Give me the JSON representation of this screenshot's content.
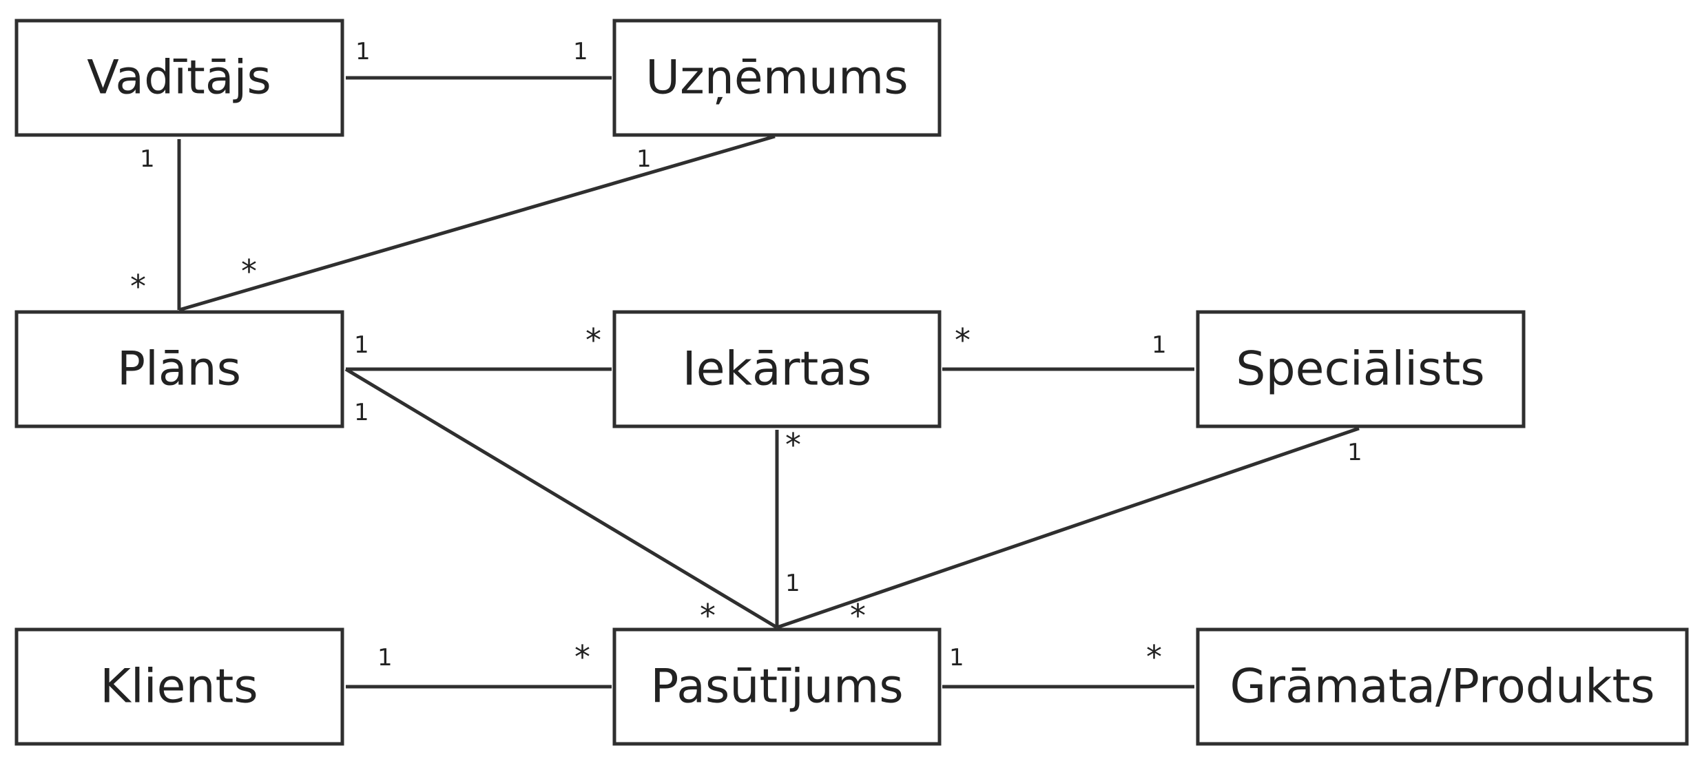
{
  "entities": [
    {
      "id": "vaditajs",
      "label": "Vadītājs"
    },
    {
      "id": "uznemums",
      "label": "Uzņēmums"
    },
    {
      "id": "plans",
      "label": "Plāns"
    },
    {
      "id": "iekartas",
      "label": "Iekārtas"
    },
    {
      "id": "specialists",
      "label": "Speciālists"
    },
    {
      "id": "klients",
      "label": "Klients"
    },
    {
      "id": "pasutijums",
      "label": "Pasūtījums"
    },
    {
      "id": "gramata",
      "label": "Grāmata/Produkts"
    }
  ],
  "associations": [
    {
      "from": "vaditajs",
      "to": "uznemums",
      "from_mult": "1",
      "to_mult": "1"
    },
    {
      "from": "vaditajs",
      "to": "plans",
      "from_mult": "1",
      "to_mult": "*"
    },
    {
      "from": "uznemums",
      "to": "plans",
      "from_mult": "1",
      "to_mult": "*"
    },
    {
      "from": "plans",
      "to": "iekartas",
      "from_mult": "1",
      "to_mult": "*"
    },
    {
      "from": "iekartas",
      "to": "specialists",
      "from_mult": "*",
      "to_mult": "1"
    },
    {
      "from": "plans",
      "to": "pasutijums",
      "from_mult": "1",
      "to_mult": "*"
    },
    {
      "from": "iekartas",
      "to": "pasutijums",
      "from_mult": "*",
      "to_mult": "1"
    },
    {
      "from": "specialists",
      "to": "pasutijums",
      "from_mult": "1",
      "to_mult": "*"
    },
    {
      "from": "klients",
      "to": "pasutijums",
      "from_mult": "1",
      "to_mult": "*"
    },
    {
      "from": "pasutijums",
      "to": "gramata",
      "from_mult": "1",
      "to_mult": "*"
    }
  ]
}
